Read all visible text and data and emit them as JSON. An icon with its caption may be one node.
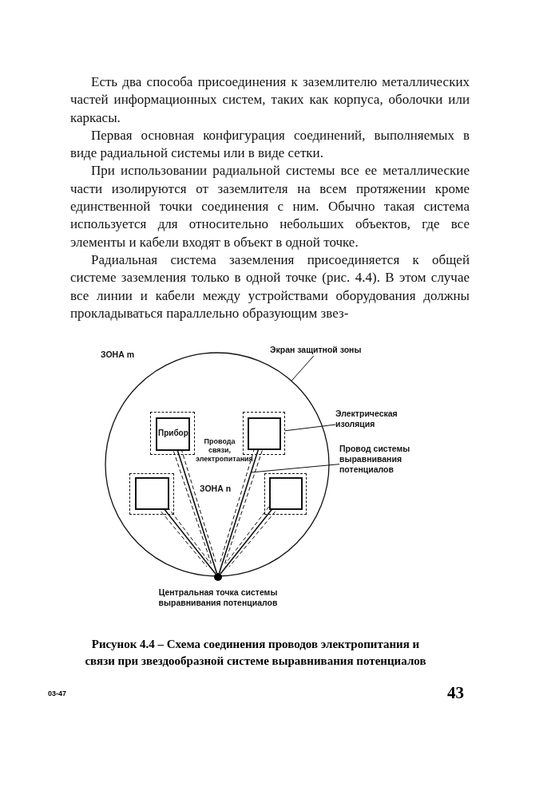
{
  "diagram": {
    "caption": "Рисунок 4.4 – Схема соединения проводов электропитания и связи при звездообразной системе выравнивания потенциалов",
    "nodes": [
      {
        "text": [
          "ЗОНА m"
        ]
      },
      {
        "text": [
          "Экран защитной зоны"
        ]
      },
      {
        "text": [],
        "shape": "box",
        "in": 0
      },
      {
        "text": [
          "Прибор"
        ],
        "in": 2
      },
      {
        "text": [],
        "shape": "box",
        "in": 0
      },
      {
        "text": [],
        "shape": "box",
        "in": 4
      },
      {
        "text": [],
        "shape": "box",
        "in": 0
      },
      {
        "text": [],
        "shape": "box",
        "in": 6
      },
      {
        "text": [],
        "shape": "box",
        "in": 0
      },
      {
        "text": [],
        "shape": "box",
        "in": 8
      },
      {
        "text": [],
        "shape": "circle",
        "beside": [
          "Центральная точка системы выравнивания потенциалов"
        ]
      },
      {
        "text": [
          "Электрическая изоляция"
        ]
      },
      {
        "text": [
          "Провод системы выравнивания потенциалов"
        ]
      }
    ],
    "edges": [
      {
        "from": 1,
        "to": 0,
        "arrow": "none"
      },
      {
        "from": 11,
        "to": 4,
        "arrow": "none"
      },
      {
        "from": 12,
        "to": null,
        "arrow": "none"
      },
      {
        "from": 3,
        "to": 10,
        "arrow": "none"
      },
      {
        "from": 5,
        "to": 10,
        "arrow": "none"
      },
      {
        "from": 7,
        "to": 10,
        "arrow": "none"
      },
      {
        "from": 9,
        "to": 10,
        "arrow": "none"
      }
    ],
    "labels": [
      "Есть два способа присоединения к заземлителю металлических частей информационных систем, таких как корпуса, оболочки или каркасы.",
      "Первая основная конфигурация соединений, выполняемых в виде радиальной системы или в виде сетки.",
      "При использовании радиальной системы все ее металлические части изолируются от заземлителя на всем протяжении кроме единственной точки соединения с ним. Обычно такая система используется для относительно небольших объектов, где все элементы и кабели входят в объект в одной точке.",
      "Радиальная система заземления присоединяется к общей системе заземления только в одной точке (рис. 4.4). В этом случае все линии и кабели между устройствами оборудования должны прокладываться параллельно образующим звез-",
      "Провода связи, электропитания",
      "ЗОНА n",
      "03-47",
      "43"
    ]
  }
}
